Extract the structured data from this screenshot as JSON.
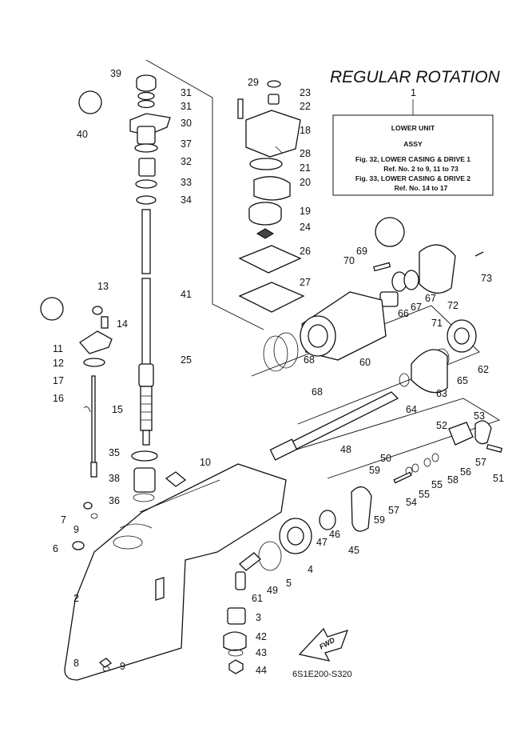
{
  "title": "REGULAR ROTATION",
  "box": {
    "ref": "1",
    "heading": "LOWER UNIT",
    "sub": "ASSY",
    "line1": "Fig. 32, LOWER CASING & DRIVE 1",
    "line2": "Ref. No. 2 to 9, 11 to 73",
    "line3": "Fig. 33, LOWER CASING & DRIVE 2",
    "line4": "Ref. No. 14 to 17"
  },
  "code": "6S1E200-S320",
  "fwd_label": "FWD",
  "callouts": [
    {
      "id": "39",
      "label": "39"
    },
    {
      "id": "31a",
      "label": "31"
    },
    {
      "id": "31b",
      "label": "31"
    },
    {
      "id": "30",
      "label": "30"
    },
    {
      "id": "40",
      "label": "40"
    },
    {
      "id": "37",
      "label": "37"
    },
    {
      "id": "32",
      "label": "32"
    },
    {
      "id": "33",
      "label": "33"
    },
    {
      "id": "34",
      "label": "34"
    },
    {
      "id": "41",
      "label": "41"
    },
    {
      "id": "13",
      "label": "13"
    },
    {
      "id": "14",
      "label": "14"
    },
    {
      "id": "11",
      "label": "11"
    },
    {
      "id": "12",
      "label": "12"
    },
    {
      "id": "17",
      "label": "17"
    },
    {
      "id": "16",
      "label": "16"
    },
    {
      "id": "15",
      "label": "15"
    },
    {
      "id": "25",
      "label": "25"
    },
    {
      "id": "35",
      "label": "35"
    },
    {
      "id": "10",
      "label": "10"
    },
    {
      "id": "38",
      "label": "38"
    },
    {
      "id": "36",
      "label": "36"
    },
    {
      "id": "7",
      "label": "7"
    },
    {
      "id": "9a",
      "label": "9"
    },
    {
      "id": "6",
      "label": "6"
    },
    {
      "id": "2",
      "label": "2"
    },
    {
      "id": "8",
      "label": "8"
    },
    {
      "id": "9b",
      "label": "9"
    },
    {
      "id": "29",
      "label": "29"
    },
    {
      "id": "23",
      "label": "23"
    },
    {
      "id": "22",
      "label": "22"
    },
    {
      "id": "18",
      "label": "18"
    },
    {
      "id": "28",
      "label": "28"
    },
    {
      "id": "21",
      "label": "21"
    },
    {
      "id": "20",
      "label": "20"
    },
    {
      "id": "19",
      "label": "19"
    },
    {
      "id": "24",
      "label": "24"
    },
    {
      "id": "26",
      "label": "26"
    },
    {
      "id": "27",
      "label": "27"
    },
    {
      "id": "69",
      "label": "69"
    },
    {
      "id": "70",
      "label": "70"
    },
    {
      "id": "73",
      "label": "73"
    },
    {
      "id": "67a",
      "label": "67"
    },
    {
      "id": "67b",
      "label": "67"
    },
    {
      "id": "72",
      "label": "72"
    },
    {
      "id": "66",
      "label": "66"
    },
    {
      "id": "71",
      "label": "71"
    },
    {
      "id": "60",
      "label": "60"
    },
    {
      "id": "62",
      "label": "62"
    },
    {
      "id": "65",
      "label": "65"
    },
    {
      "id": "68a",
      "label": "68"
    },
    {
      "id": "68b",
      "label": "68"
    },
    {
      "id": "63",
      "label": "63"
    },
    {
      "id": "64",
      "label": "64"
    },
    {
      "id": "53",
      "label": "53"
    },
    {
      "id": "52",
      "label": "52"
    },
    {
      "id": "48",
      "label": "48"
    },
    {
      "id": "57a",
      "label": "57"
    },
    {
      "id": "56",
      "label": "56"
    },
    {
      "id": "51",
      "label": "51"
    },
    {
      "id": "59a",
      "label": "59"
    },
    {
      "id": "50",
      "label": "50"
    },
    {
      "id": "58",
      "label": "58"
    },
    {
      "id": "55a",
      "label": "55"
    },
    {
      "id": "55b",
      "label": "55"
    },
    {
      "id": "54",
      "label": "54"
    },
    {
      "id": "57b",
      "label": "57"
    },
    {
      "id": "59b",
      "label": "59"
    },
    {
      "id": "46",
      "label": "46"
    },
    {
      "id": "47",
      "label": "47"
    },
    {
      "id": "45",
      "label": "45"
    },
    {
      "id": "4",
      "label": "4"
    },
    {
      "id": "5",
      "label": "5"
    },
    {
      "id": "49",
      "label": "49"
    },
    {
      "id": "61",
      "label": "61"
    },
    {
      "id": "3",
      "label": "3"
    },
    {
      "id": "42",
      "label": "42"
    },
    {
      "id": "43",
      "label": "43"
    },
    {
      "id": "44",
      "label": "44"
    }
  ]
}
